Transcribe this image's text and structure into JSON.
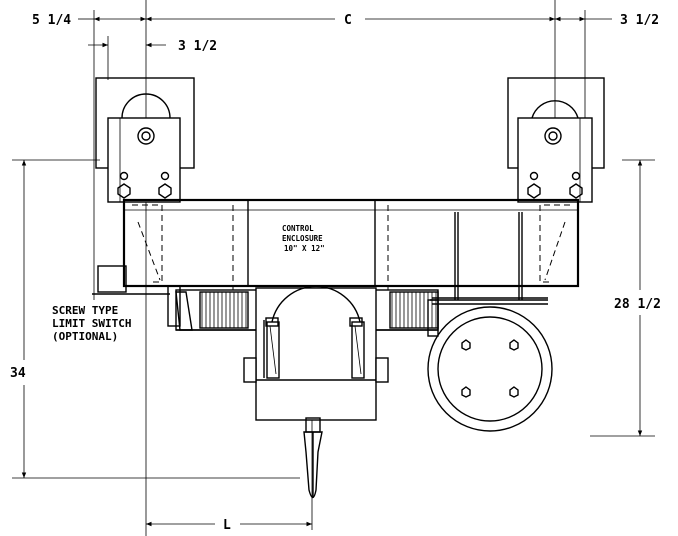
{
  "drawing": {
    "dimensions": {
      "top_left": "5 1/4",
      "top_center": "C",
      "top_right": "3 1/2",
      "inner_left": "3 1/2",
      "height_left": "34",
      "height_right": "28 1/2",
      "bottom": "L"
    },
    "labels": {
      "limit_switch_line1": "SCREW TYPE",
      "limit_switch_line2": "LIMIT SWITCH",
      "limit_switch_line3": "(OPTIONAL)",
      "control_line1": "CONTROL",
      "control_line2": "ENCLOSURE",
      "control_line3": "10\" X 12\""
    }
  }
}
